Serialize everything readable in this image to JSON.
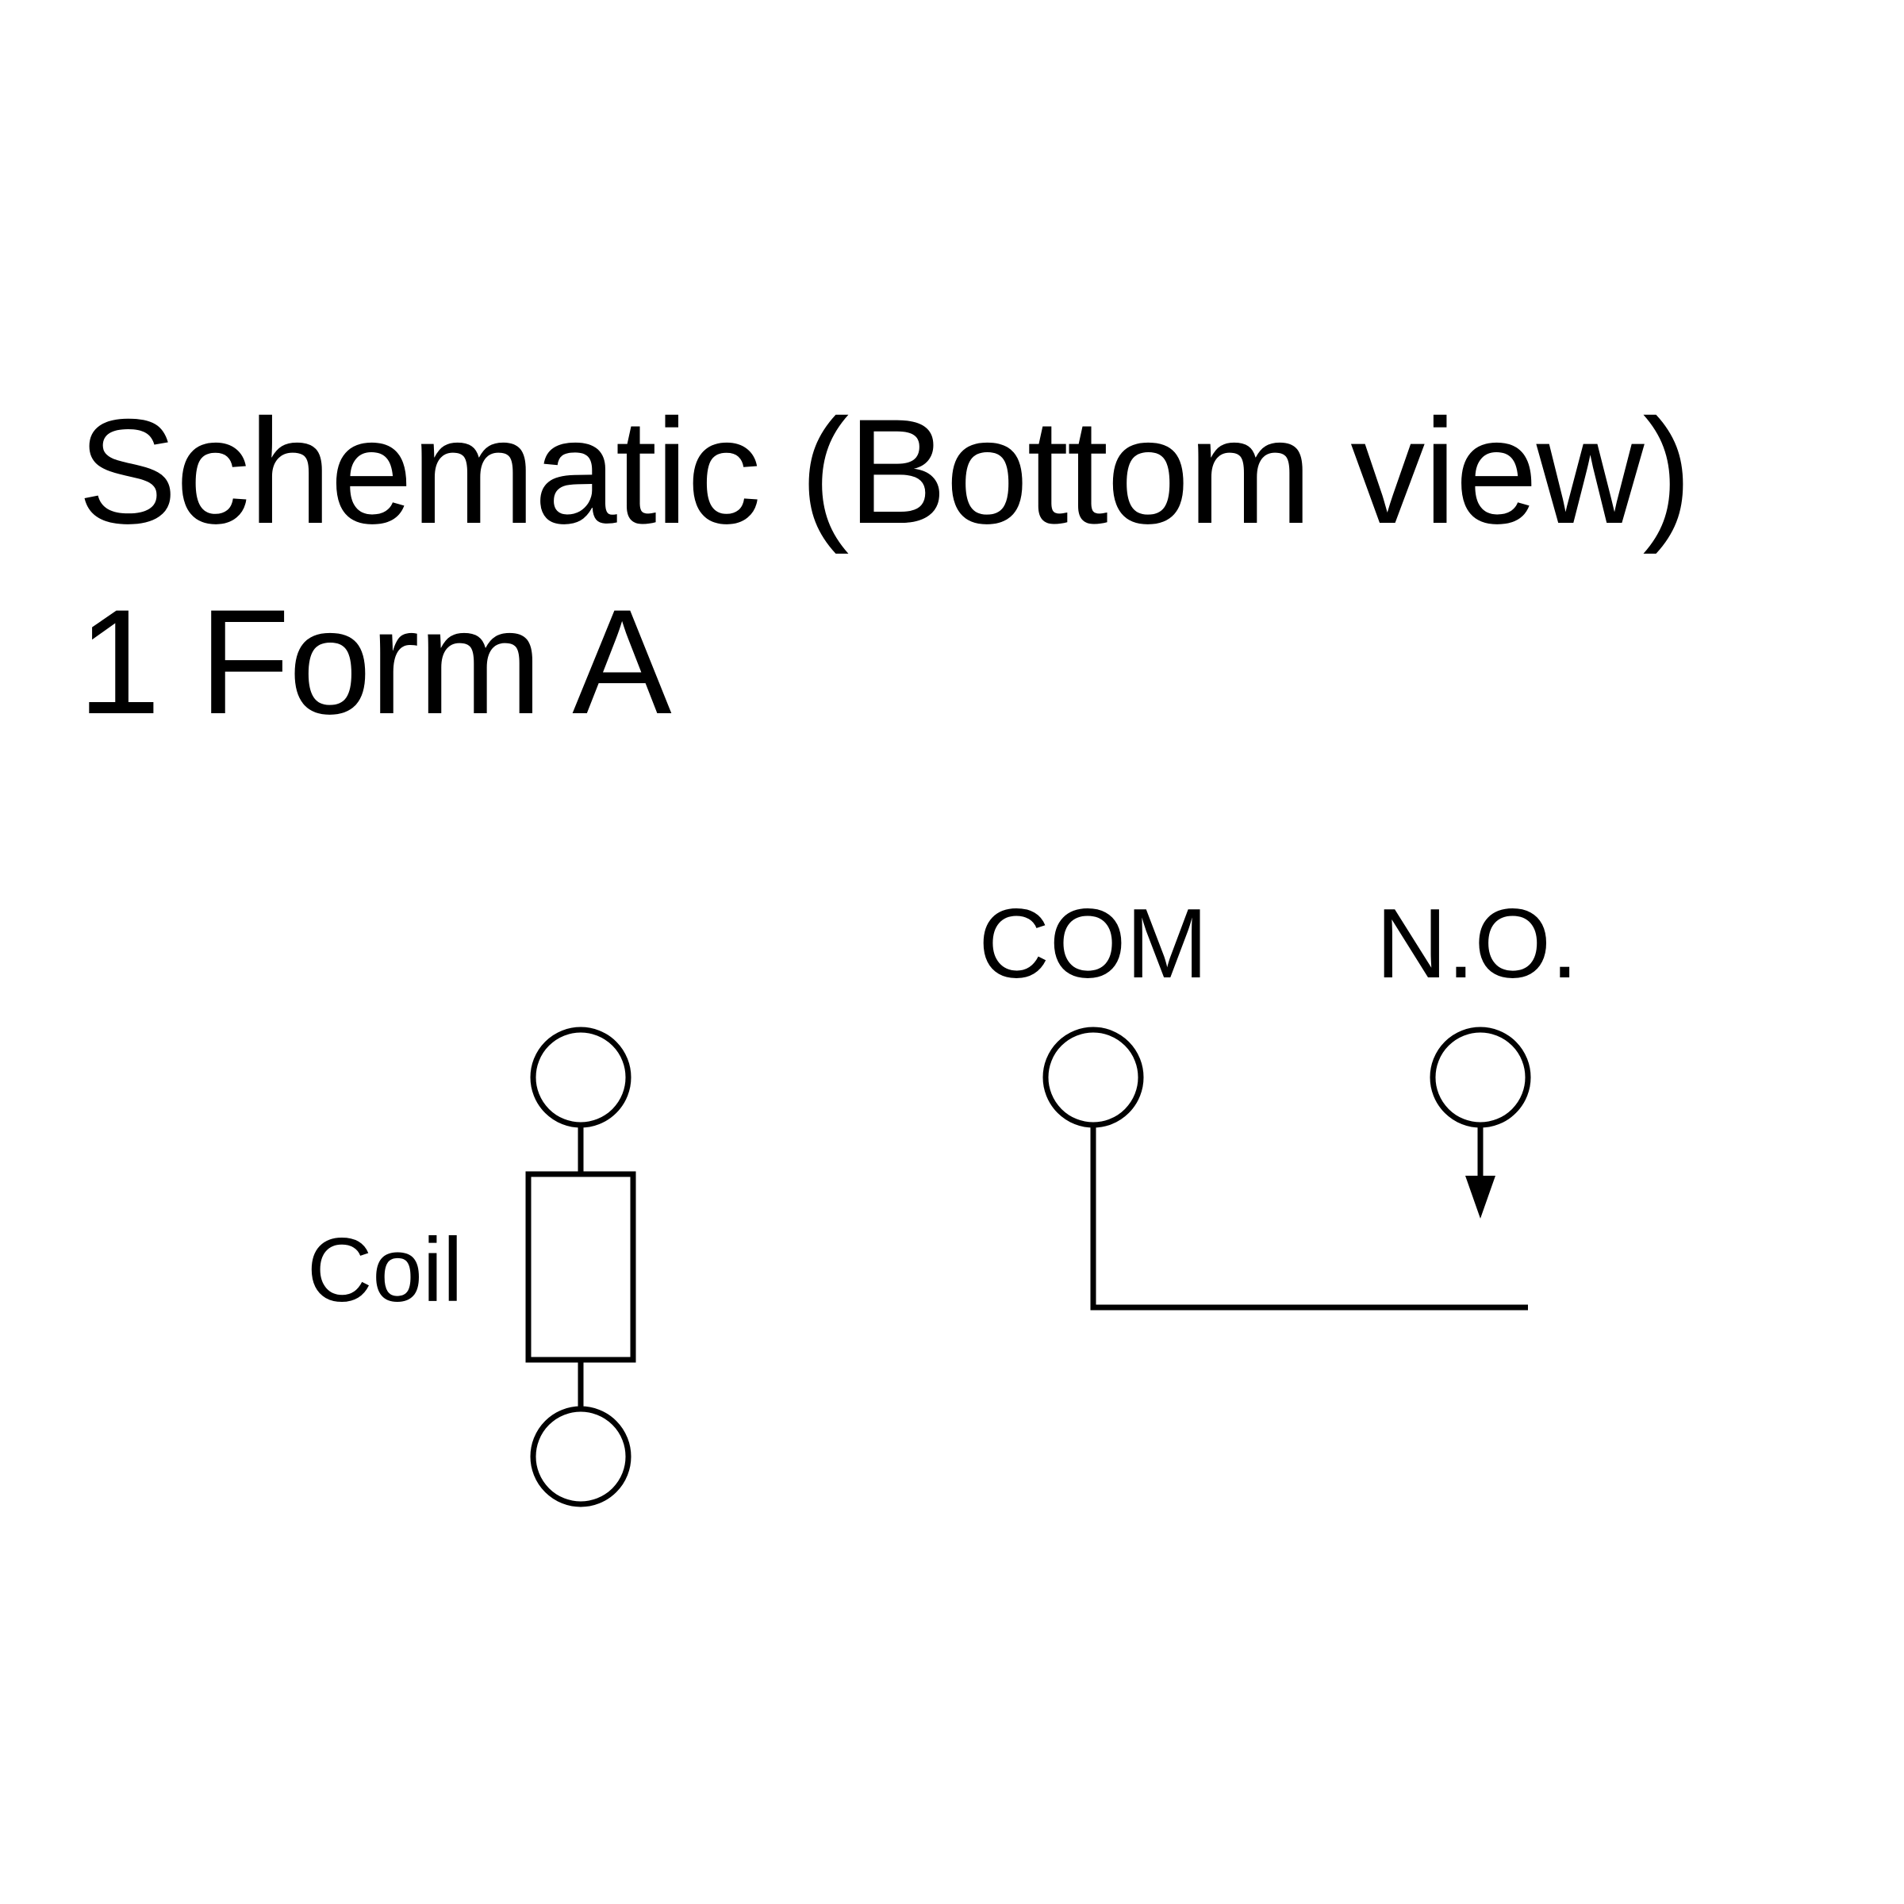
{
  "heading": {
    "line1": "Schematic (Bottom view)",
    "line2": "1 Form A"
  },
  "labels": {
    "coil": "Coil",
    "com": "COM",
    "no": "N.O."
  },
  "colors": {
    "ink": "#000000",
    "background": "#ffffff"
  }
}
